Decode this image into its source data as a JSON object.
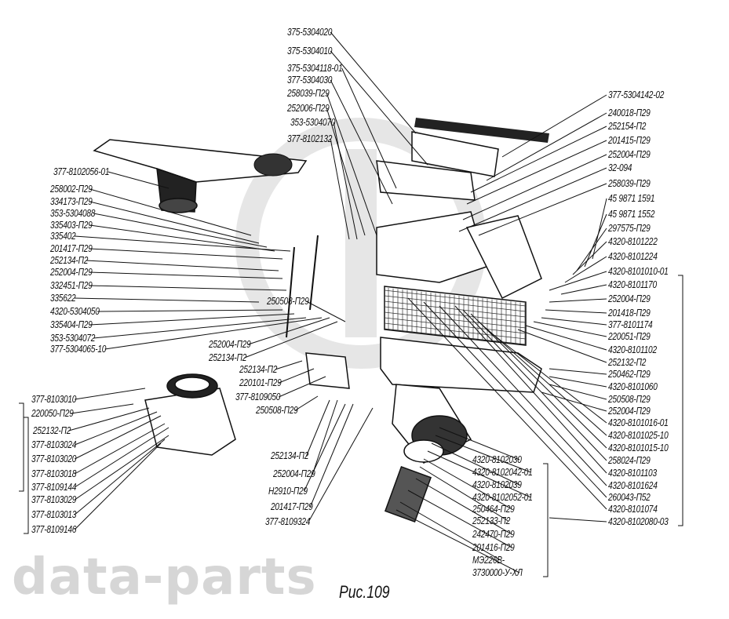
{
  "figure": {
    "caption": "Рис.109",
    "watermark": "data-parts",
    "labels": [
      "375-5304020",
      "375-5304010",
      "375-5304118-01",
      "377-5304030",
      "258039-П29",
      "252006-П29",
      "353-5304070",
      "377-8102132",
      "377-5304142-02",
      "240018-П29",
      "252154-П2",
      "201415-П29",
      "252004-П29",
      "32-094",
      "258039-П29",
      "45 9871 1591",
      "45 9871 1552",
      "297575-П29",
      "4320-8101222",
      "4320-8101224",
      "4320-8101010-01",
      "4320-8101170",
      "252004-П29",
      "201418-П29",
      "377-8101174",
      "220051-П29",
      "4320-8101102",
      "252132-П2",
      "250462-П29",
      "4320-8101060",
      "250508-П29",
      "252004-П29",
      "4320-8101016-01",
      "4320-8101025-10",
      "4320-8101015-10",
      "258024-П29",
      "4320-8101103",
      "4320-8101624",
      "260043-П52",
      "4320-8101074",
      "4320-8102080-03",
      "377-8102056-01",
      "258002-П29",
      "334173-П29",
      "353-5304088",
      "335403-П29",
      "335402",
      "201417-П29",
      "252134-П2",
      "252004-П29",
      "332451-П29",
      "335622",
      "4320-5304050",
      "335404-П29",
      "353-5304072",
      "377-5304065-10",
      "250508-П29",
      "252004-П29",
      "252134-П2",
      "252134-П2",
      "220101-П29",
      "377-8109050",
      "250508-П29",
      "252134-П2",
      "252004-П29",
      "Н2910-П29",
      "201417-П29",
      "377-8109324",
      "377-8103010",
      "220050-П29",
      "252132-П2",
      "377-8103024",
      "377-8103020",
      "377-8103018",
      "377-8109144",
      "377-8103029",
      "377-8103013",
      "377-8109146",
      "4320-8102030",
      "4320-8102042-01",
      "4320-8102039",
      "4320-8102052-01",
      "250464-П29",
      "252133-П2",
      "242470-П29",
      "201416-П29",
      "МЭ226В-",
      "3730000-У-ХЛ"
    ]
  }
}
